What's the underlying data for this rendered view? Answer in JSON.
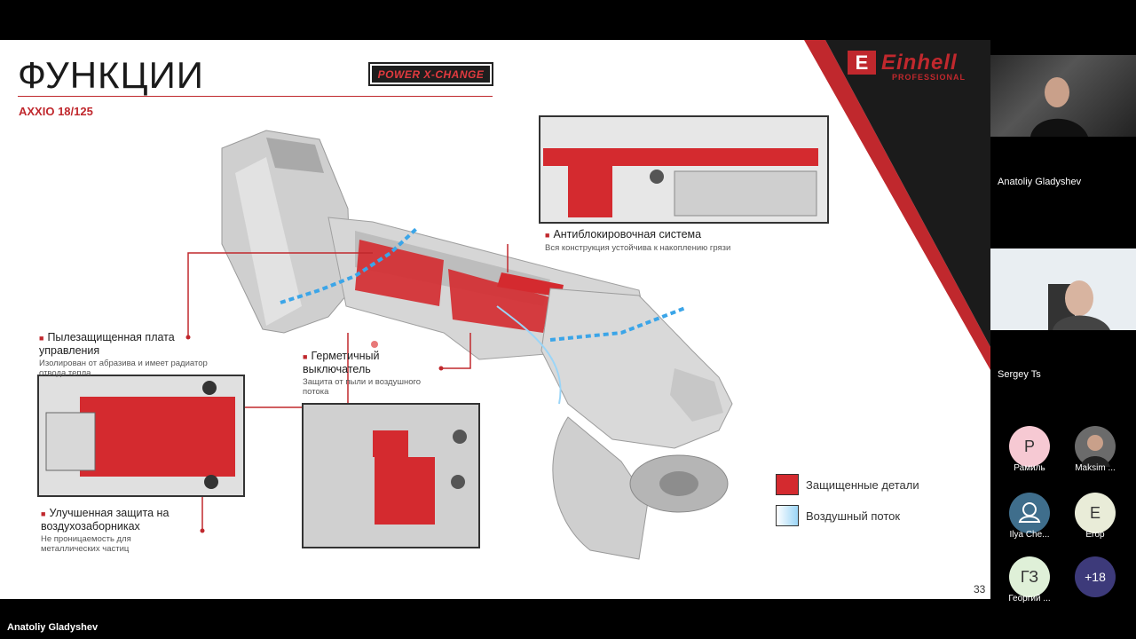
{
  "slide": {
    "title": "ФУНКЦИИ",
    "subtitle": "AXXIO 18/125",
    "badge": "POWER X-CHANGE",
    "brand": {
      "name": "Einhell",
      "sub": "PROFESSIONAL"
    },
    "features": [
      {
        "head": "Антиблокировочная система",
        "desc": "Вся конструкция устойчива к накоплению грязи"
      },
      {
        "head": "Пылезащищенная плата управления",
        "desc": "Изолирован от абразива и имеет радиатор отвода тепла"
      },
      {
        "head": "Герметичный выключатель",
        "desc": "Защита от пыли и воздушного потока"
      },
      {
        "head": "Улучшенная защита на воздухозаборниках",
        "desc": "Не проницаемость для металлических частиц"
      }
    ],
    "legend": [
      {
        "label": "Защищенные детали",
        "color": "#d42a2f"
      },
      {
        "label": "Воздушный поток",
        "color": "#bfe8ff"
      }
    ],
    "page_number": "33"
  },
  "participants": {
    "video": [
      {
        "name": "Anatoliy Gladyshev"
      },
      {
        "name": "Sergey Ts"
      }
    ],
    "avatars": [
      {
        "initials": "Р",
        "name": "Рамиль",
        "color": "#f6c9d3"
      },
      {
        "initials": "",
        "name": "Maksim ...",
        "color": "#6b6b6b"
      },
      {
        "initials": "",
        "name": "Ilya Che...",
        "color": "#3f6e8c"
      },
      {
        "initials": "Е",
        "name": "Егор",
        "color": "#e9ecd8"
      },
      {
        "initials": "ГЗ",
        "name": "Георгий ...",
        "color": "#dff0d8"
      },
      {
        "initials": "+18",
        "name": "",
        "color": "#3d3a7a"
      }
    ]
  },
  "speaker": {
    "name": "Anatoliy Gladyshev"
  }
}
